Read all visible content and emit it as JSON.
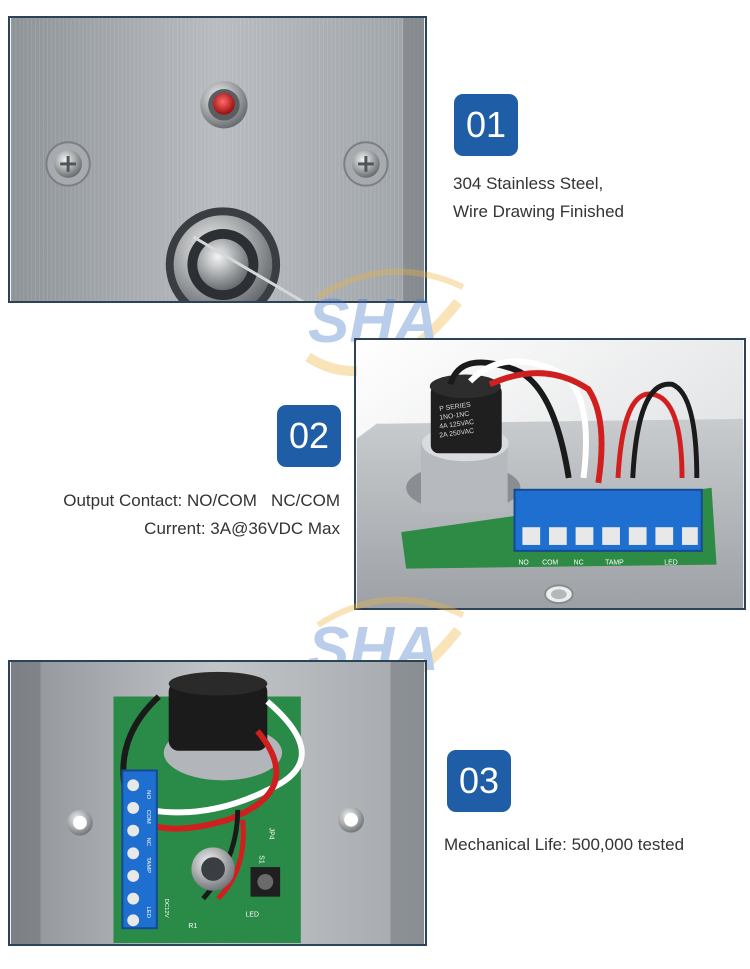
{
  "colors": {
    "badge_bg": "#1f5ea6",
    "photo_border": "#2c4257",
    "text": "#333333",
    "watermark_blue": "#3b73c4",
    "watermark_gold": "#f0b43a"
  },
  "features": [
    {
      "number": "01",
      "lines": [
        "304 Stainless Steel,",
        "Wire Drawing Finished"
      ],
      "icon": "stainless-steel-panel-photo"
    },
    {
      "number": "02",
      "lines": [
        "Output Contact: NO/COM   NC/COM",
        "Current: 3A@36VDC Max"
      ],
      "icon": "terminal-board-photo"
    },
    {
      "number": "03",
      "lines": [
        "Mechanical Life: 500,000 tested"
      ],
      "icon": "rear-circuit-board-photo"
    }
  ],
  "photo2_labels": {
    "terminals": [
      "NO",
      "COM",
      "NC",
      "TAMP",
      "LED"
    ],
    "switch_body": [
      "P SERIES",
      "1NO-1NC",
      "4A 125VAC",
      "2A 250VAC"
    ]
  },
  "photo3_labels": {
    "terminals": [
      "NO",
      "COM",
      "NC",
      "TAMP",
      "LED"
    ],
    "board": [
      "JP4",
      "S1",
      "R1",
      "DC12V",
      "LED"
    ]
  },
  "watermark": {
    "text": "SHA"
  }
}
